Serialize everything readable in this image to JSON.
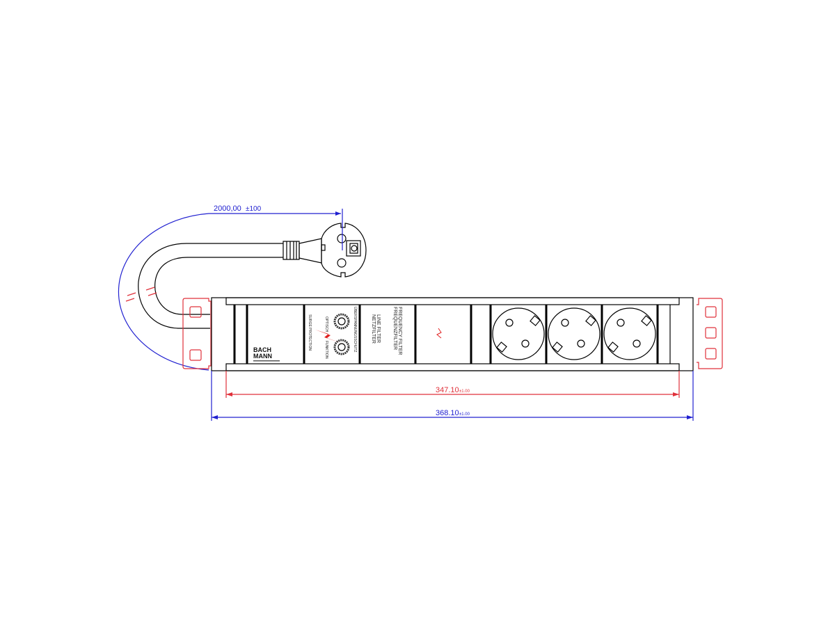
{
  "drawing": {
    "cable_length": {
      "value": "2000,00",
      "tolerance": "±100"
    },
    "inner_length": {
      "value": "347.10",
      "tolerance": "±1.00"
    },
    "overall_length": {
      "value": "368.10",
      "tolerance": "±1.00"
    },
    "brand": {
      "line1": "BACH",
      "line2": "MANN"
    },
    "modules": {
      "surge_de": "ÜBERSPANNUNGSSCHUTZ",
      "surge_en": "SURGE PROTECTION",
      "optical_de": "OPTISCH",
      "function_de": "FUNKTION",
      "line_filter_de": "NETZFILTER",
      "line_filter_en": "LINE FILTER",
      "freq_filter_de": "FREQUENZFILTER",
      "freq_filter_en": "FREQUENCY FILTER"
    },
    "colors": {
      "outline": "#000000",
      "dimension_blue": "#2020d0",
      "dimension_red": "#e0303a",
      "bolt": "#e02020"
    }
  }
}
